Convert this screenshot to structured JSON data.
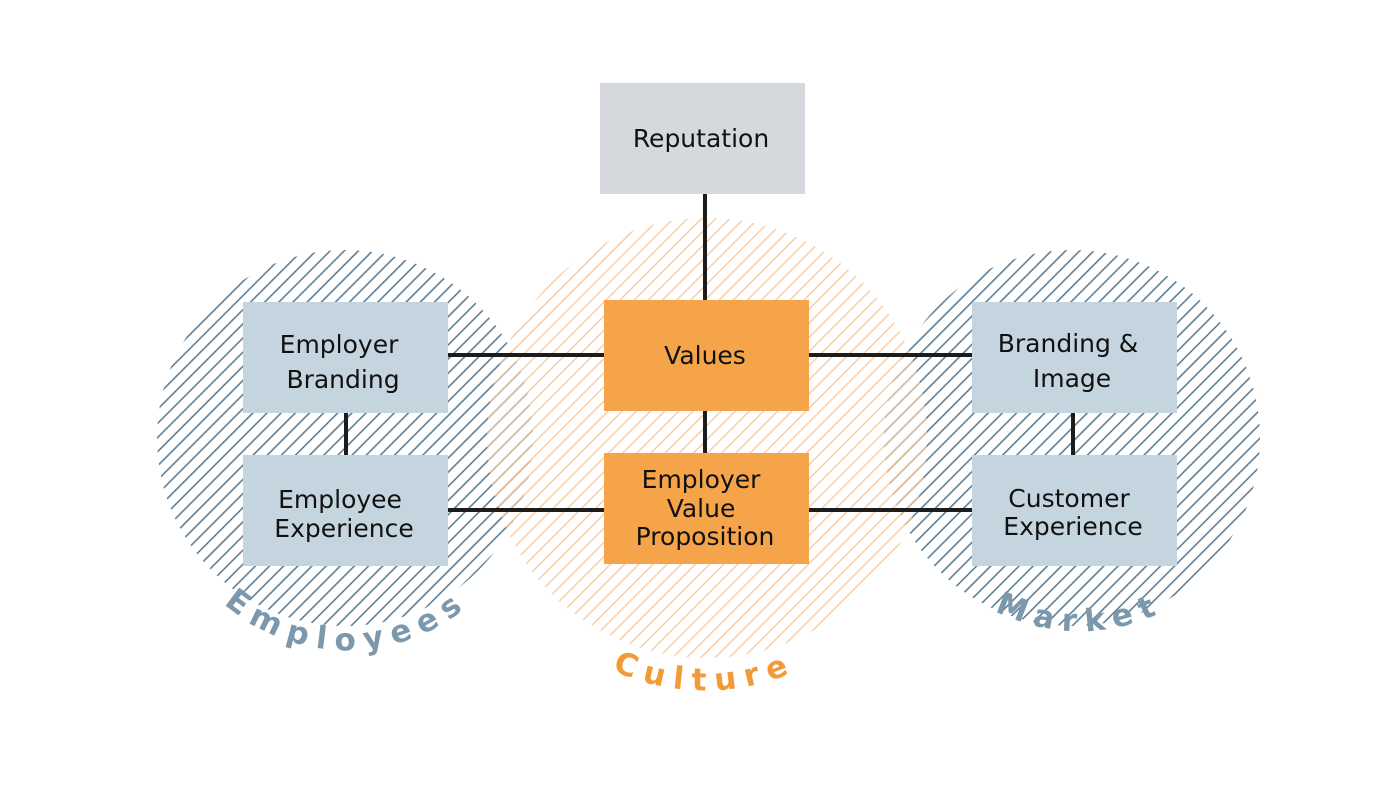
{
  "colors": {
    "employees_circle": "#5d7f98",
    "culture_circle": "#f7c79a",
    "market_circle": "#5d7f98",
    "side_box": "#c5d5df",
    "center_box": "#f5a44a",
    "top_box": "#d5d9dd",
    "connector": "#1c1c1c",
    "label_employees": "#7c98ad",
    "label_culture": "#f29a38",
    "label_market": "#7c98ad"
  },
  "circles": {
    "employees": "Employees",
    "culture": "Culture",
    "market": "Market"
  },
  "nodes": {
    "reputation": [
      "Reputation"
    ],
    "employer_branding": [
      "Employer",
      "Branding"
    ],
    "employee_experience": [
      "Employee",
      "Experience"
    ],
    "values": [
      "Values"
    ],
    "evp": [
      "Employer",
      "Value",
      "Proposition"
    ],
    "branding_image": [
      "Branding &",
      "Image"
    ],
    "customer_experience": [
      "Customer",
      "Experience"
    ]
  }
}
